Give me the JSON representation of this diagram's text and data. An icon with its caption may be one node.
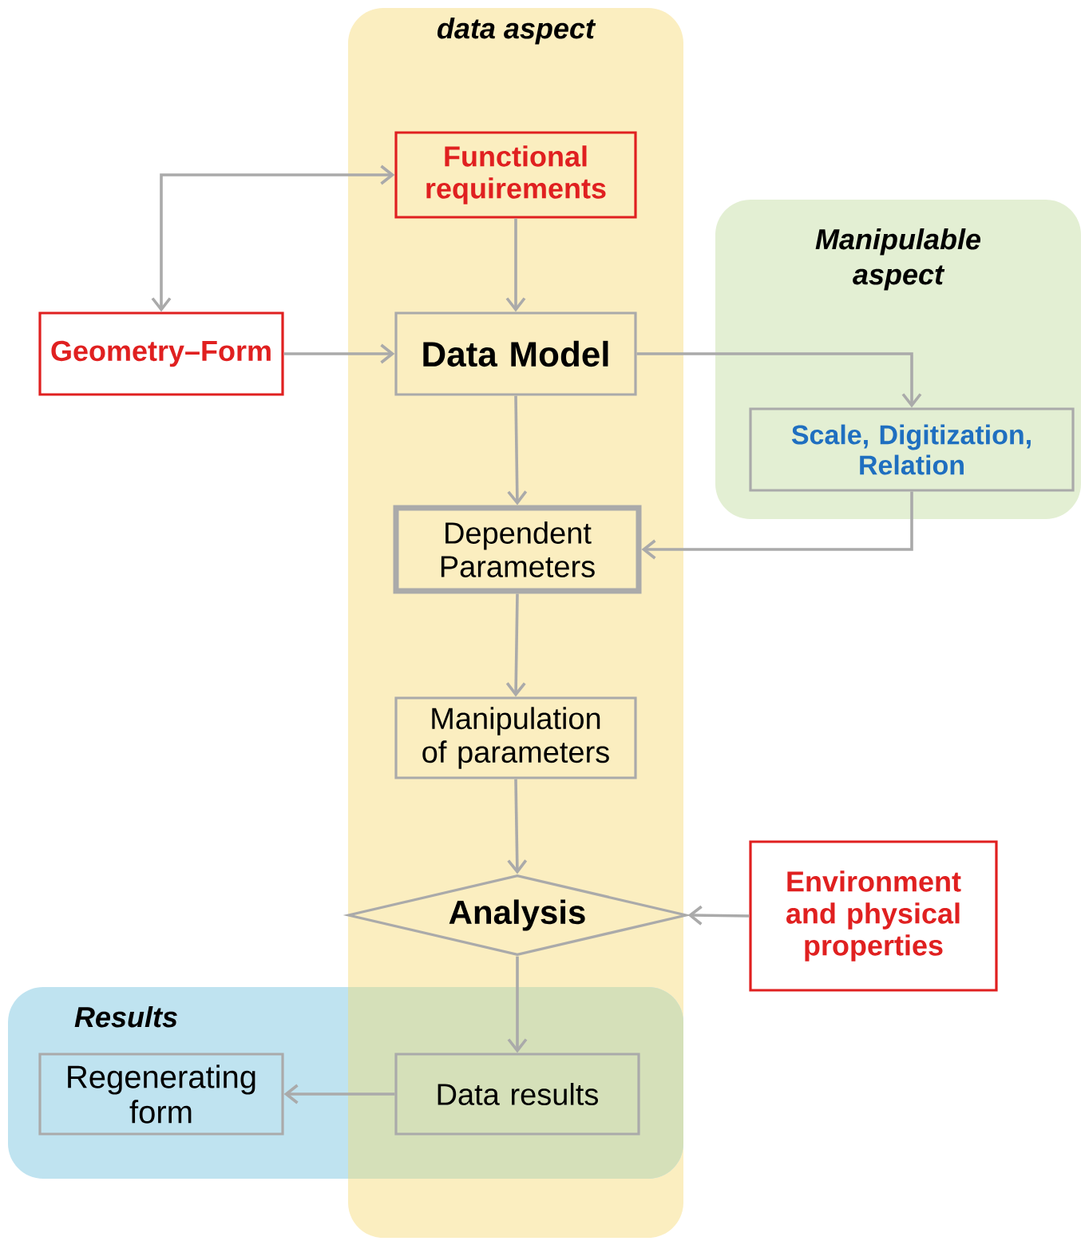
{
  "diagram": {
    "nodes": [
      {
        "text": [
          "data aspect"
        ]
      },
      {
        "text": [
          "Manipulable aspect"
        ]
      },
      {
        "text": [
          "Results"
        ]
      },
      {
        "text": [
          "Functional requirements"
        ],
        "in": 0
      },
      {
        "text": [
          "Geometry–Form"
        ]
      },
      {
        "text": [
          "Data Model"
        ],
        "in": 0
      },
      {
        "text": [
          "Scale, Digitization, Relation"
        ],
        "in": 1
      },
      {
        "text": [
          "Dependent Parameters"
        ],
        "in": 0
      },
      {
        "text": [
          "Manipulation of parameters"
        ],
        "in": 0
      },
      {
        "text": [
          "Analysis"
        ],
        "in": 0
      },
      {
        "text": [
          "Environment and physical properties"
        ]
      },
      {
        "text": [
          "Regenerating form"
        ],
        "in": 2
      },
      {
        "text": [
          "Data results"
        ]
      }
    ],
    "edges": [
      {
        "from": 4,
        "to": 3,
        "arrow": "both"
      },
      {
        "from": 3,
        "to": 5,
        "arrow": "to"
      },
      {
        "from": 4,
        "to": 5,
        "arrow": "to"
      },
      {
        "from": 5,
        "to": 6,
        "arrow": "to"
      },
      {
        "from": 6,
        "to": 7,
        "arrow": "to"
      },
      {
        "from": 5,
        "to": 7,
        "arrow": "to"
      },
      {
        "from": 7,
        "to": 8,
        "arrow": "to"
      },
      {
        "from": 8,
        "to": 9,
        "arrow": "to"
      },
      {
        "from": 10,
        "to": 9,
        "arrow": "to"
      },
      {
        "from": 9,
        "to": 12,
        "arrow": "to"
      },
      {
        "from": 12,
        "to": 11,
        "arrow": "to"
      }
    ]
  }
}
